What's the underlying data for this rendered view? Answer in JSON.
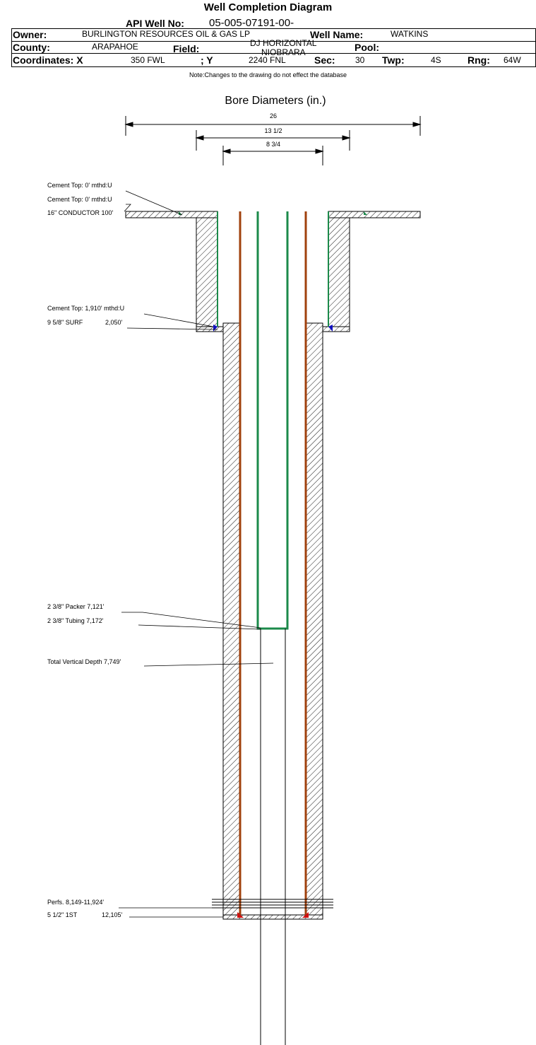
{
  "header": {
    "title": "Well Completion Diagram",
    "api_label": "API Well No:",
    "api_value": "05-005-07191-00-",
    "owner_label": "Owner:",
    "owner_value": "BURLINGTON RESOURCES OIL & GAS LP",
    "well_name_label": "Well Name:",
    "well_name_value": "WATKINS",
    "county_label": "County:",
    "county_value": "ARAPAHOE",
    "field_label": "Field:",
    "field_value_line1": "DJ HORIZONTAL",
    "field_value_line2": "NIOBRARA",
    "pool_label": "Pool:",
    "coord_x_label": "Coordinates: X",
    "coord_x_value": "350 FWL",
    "coord_y_label": "; Y",
    "coord_y_value": "2240 FNL",
    "sec_label": "Sec:",
    "sec_value": "30",
    "twp_label": "Twp:",
    "twp_value": "4S",
    "rng_label": "Rng:",
    "rng_value": "64W",
    "note": "Note:Changes to the drawing do not effect the database"
  },
  "bore_diameters": {
    "title": "Bore Diameters (in.)",
    "dims": [
      "26",
      "13 1/2",
      "8 3/4"
    ]
  },
  "annotations": {
    "cement_top_1": "Cement Top: 0' mthd:U",
    "cement_top_2": "Cement Top: 0' mthd:U",
    "conductor": "16\" CONDUCTOR  100'",
    "cement_top_3": "Cement Top: 1,910' mthd:U",
    "surf": "9 5/8\" SURF",
    "surf_depth": "2,050'",
    "packer": "2 3/8\" Packer 7,121'",
    "tubing": "2 3/8\" Tubing 7,172'",
    "tvd": "Total Vertical Depth 7,749'",
    "perfs": "Perfs. 8,149-11,924'",
    "first_string": "5 1/2\" 1ST",
    "first_string_depth": "12,105'"
  },
  "colors": {
    "tubing": "#1b8a4a",
    "production_casing": "#a0410d",
    "surface_casing": "#1b8a4a",
    "cement_shoe_blue": "#1010c0",
    "cement_shoe_red": "#d01010"
  }
}
